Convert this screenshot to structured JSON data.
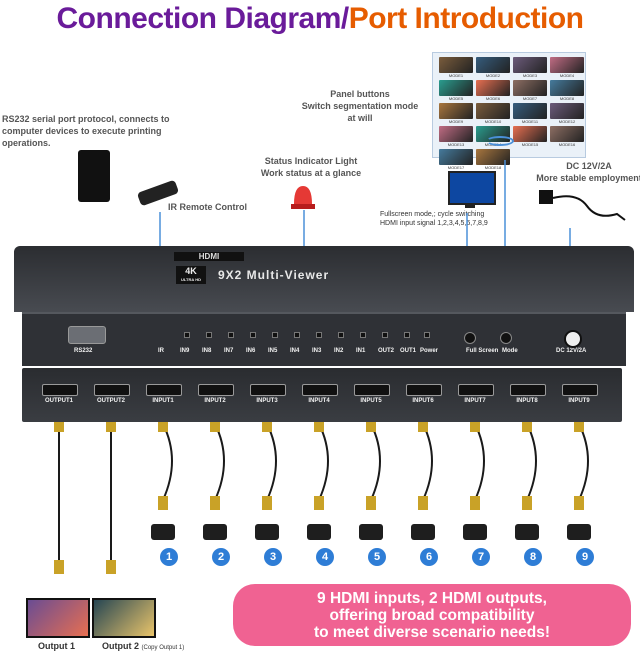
{
  "title": {
    "part1": "Connection Diagram/",
    "part2": "Port Introduction"
  },
  "callouts": {
    "rs232": "RS232 serial port protocol, connects to computer devices to execute printing operations.",
    "ir_remote": "IR Remote Control",
    "status_line1": "Status Indicator Light",
    "status_line2": "Work status at a glance",
    "panel_line1": "Panel buttons",
    "panel_line2": "Switch segmentation mode",
    "panel_line3": "at will",
    "fullscreen_note": "Fullscreen mode,; cycle switching HDMI input signal 1,2,3,4,5,6,7,8,9",
    "dc_line1": "DC 12V/2A",
    "dc_line2": "More stable employment"
  },
  "device": {
    "brand": "HDMI",
    "badge": "4K",
    "badge_sub": "ULTRA HD",
    "name": "9X2 Multi-Viewer",
    "front_labels": [
      "RS232",
      "IR",
      "IN9",
      "IN8",
      "IN7",
      "IN6",
      "IN5",
      "IN4",
      "IN3",
      "IN2",
      "IN1",
      "OUT2",
      "OUT1",
      "Power",
      "Full Screen",
      "Mode",
      "DC 12V/2A"
    ],
    "rear_ports": [
      "OUTPUT1",
      "OUTPUT2",
      "INPUT1",
      "INPUT2",
      "INPUT3",
      "INPUT4",
      "INPUT5",
      "INPUT6",
      "INPUT7",
      "INPUT8",
      "INPUT9"
    ]
  },
  "modes": [
    "MODE1",
    "MODE2",
    "MODE3",
    "MODE4",
    "MODE5",
    "MODE6",
    "MODE7",
    "MODE8",
    "MODE9",
    "MODE10",
    "MODE11",
    "MODE12",
    "MODE13",
    "MODE14",
    "MODE15",
    "MODE16",
    "MODE17",
    "MODE18"
  ],
  "devices": [
    "1",
    "2",
    "3",
    "4",
    "5",
    "6",
    "7",
    "8",
    "9"
  ],
  "outputs": {
    "out1": "Output 1",
    "out2": "Output 2",
    "out2_note": "(Copy Output 1)"
  },
  "banner": {
    "line1": "9 HDMI inputs, 2 HDMI outputs,",
    "line2": "offering broad compatibility",
    "line3": "to meet diverse scenario needs!"
  },
  "colors": {
    "title_purple": "#6a1b9a",
    "title_orange": "#e65c00",
    "device_body": "#3e4147",
    "banner": "#f06292",
    "device_number": "#2e7dd6"
  }
}
